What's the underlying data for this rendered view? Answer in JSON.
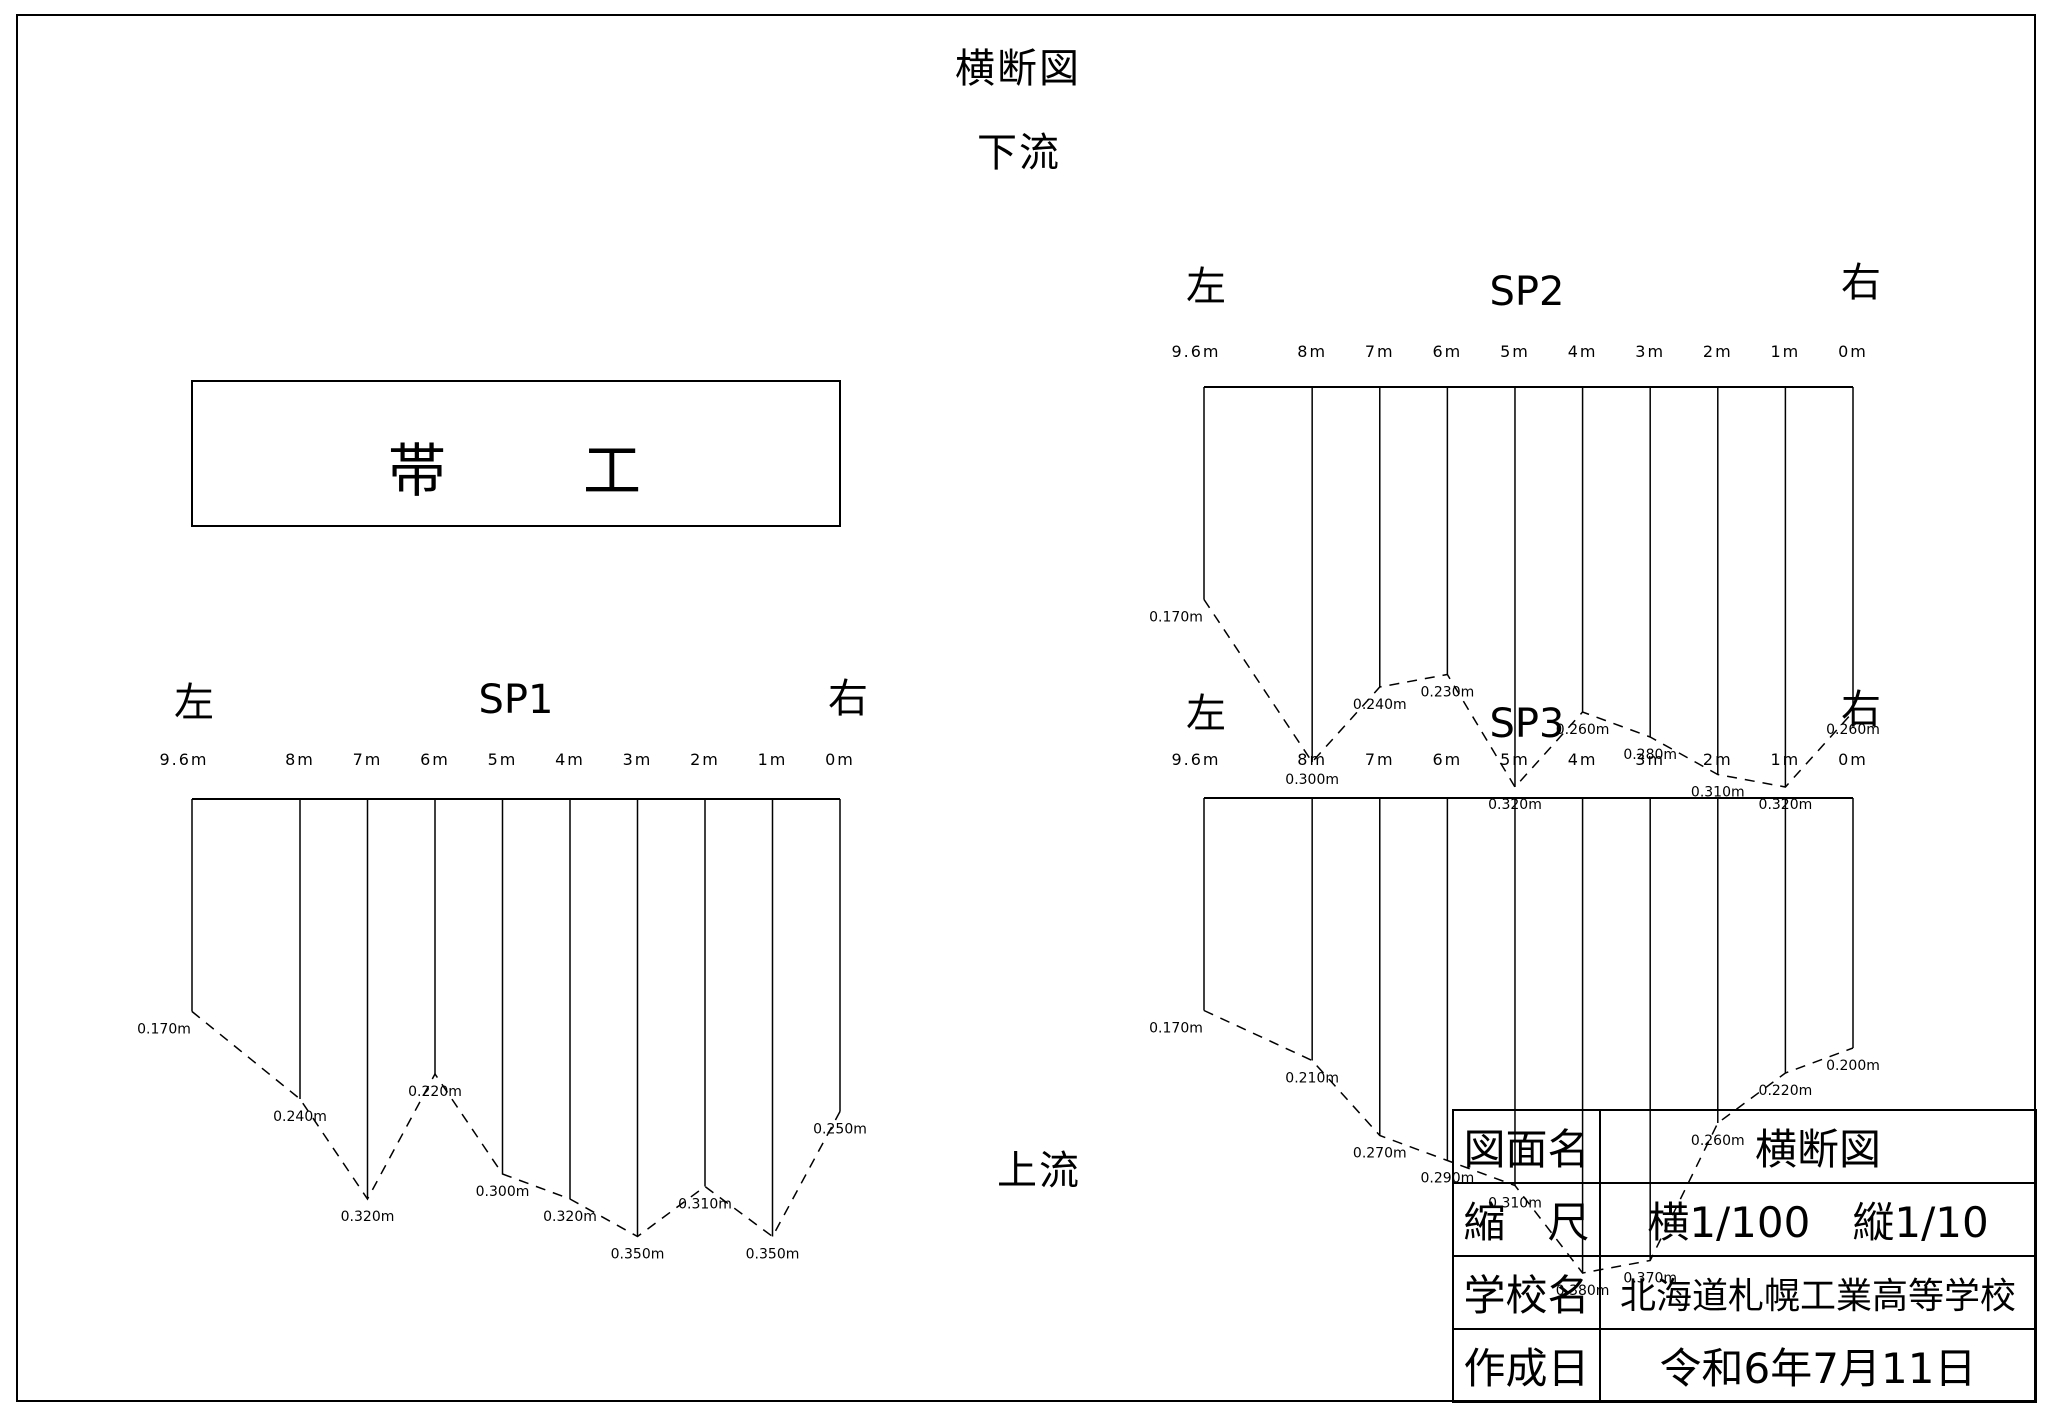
{
  "title": "横断図",
  "downstream": "下流",
  "upstream": "上流",
  "band_work": {
    "left": "帯",
    "right": "工"
  },
  "left_label": "左",
  "right_label": "右",
  "stations": [
    "9.6m",
    "8m",
    "7m",
    "6m",
    "5m",
    "4m",
    "3m",
    "2m",
    "1m",
    "0m"
  ],
  "sections": [
    {
      "name": "SP1",
      "depth_labels": [
        "0.170m",
        "0.240m",
        "0.320m",
        "0.220m",
        "0.300m",
        "0.320m",
        "0.350m",
        "0.310m",
        "0.350m",
        "0.250m"
      ]
    },
    {
      "name": "SP2",
      "depth_labels": [
        "0.170m",
        "0.300m",
        "0.240m",
        "0.230m",
        "0.320m",
        "0.260m",
        "0.280m",
        "0.310m",
        "0.320m",
        "0.260m"
      ]
    },
    {
      "name": "SP3",
      "depth_labels": [
        "0.170m",
        "0.210m",
        "0.270m",
        "0.290m",
        "0.310m",
        "0.380m",
        "0.370m",
        "0.260m",
        "0.220m",
        "0.200m"
      ]
    }
  ],
  "title_block": {
    "drawing_name_label": "図面名",
    "drawing_name": "横断図",
    "scale_label": "縮　尺",
    "scale": "横1/100　縦1/10",
    "school_label": "学校名",
    "school": "北海道札幌工業高等学校",
    "date_label": "作成日",
    "date": "令和6年7月11日"
  }
}
